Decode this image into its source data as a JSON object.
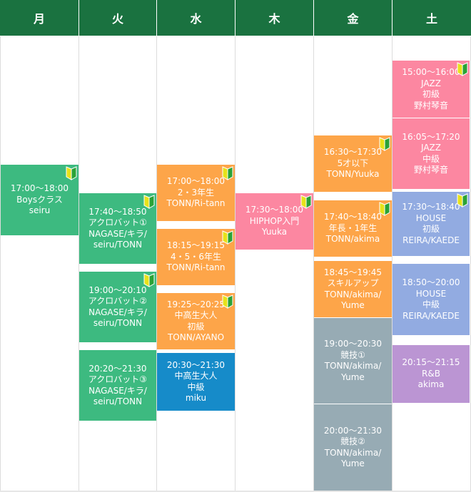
{
  "days": [
    "月",
    "火",
    "水",
    "木",
    "金",
    "土"
  ],
  "colors": {
    "header": "#1a7240",
    "green": "#3dba80",
    "orange": "#fda549",
    "pink": "#fc87a1",
    "blue": "#168bc9",
    "gray": "#97abb4",
    "periwinkle": "#92abe1",
    "purple": "#bb95d3"
  },
  "classes": {
    "mon": [
      {
        "lines": [
          "17:00～18:00",
          "Boysクラス",
          "seiru"
        ],
        "beginner": true
      }
    ],
    "tue": [
      {
        "lines": [
          "17:40～18:50",
          "アクロバット①",
          "NAGASE/キラ/",
          "seiru/TONN"
        ],
        "beginner": true
      },
      {
        "lines": [
          "19:00～20:10",
          "アクロバット②",
          "NAGASE/キラ/",
          "seiru/TONN"
        ],
        "beginner": true
      },
      {
        "lines": [
          "20:20～21:30",
          "アクロバット③",
          "NAGASE/キラ/",
          "seiru/TONN"
        ],
        "beginner": false
      }
    ],
    "wed": [
      {
        "lines": [
          "17:00～18:00",
          "2・3年生",
          "TONN/Ri-tann"
        ],
        "beginner": true
      },
      {
        "lines": [
          "18:15～19:15",
          "4・5・6年生",
          "TONN/Ri-tann"
        ],
        "beginner": true
      },
      {
        "lines": [
          "19:25～20:25",
          "中高生大人",
          "初級",
          "TONN/AYANO"
        ],
        "beginner": true
      },
      {
        "lines": [
          "20:30～21:30",
          "中高生大人",
          "中級",
          "miku"
        ],
        "beginner": false
      }
    ],
    "thu": [
      {
        "lines": [
          "17:30～18:00",
          "HIPHOP入門",
          "Yuuka"
        ],
        "beginner": true
      }
    ],
    "fri": [
      {
        "lines": [
          "16:30～17:30",
          "5才以下",
          "TONN/Yuuka"
        ],
        "beginner": true
      },
      {
        "lines": [
          "17:40～18:40",
          "年長・1年生",
          "TONN/akima"
        ],
        "beginner": true
      },
      {
        "lines": [
          "18:45～19:45",
          "スキルアップ",
          "TONN/akima/",
          "Yume"
        ],
        "beginner": false
      },
      {
        "lines": [
          "19:00～20:30",
          "競技①",
          "TONN/akima/",
          "Yume"
        ],
        "beginner": false
      },
      {
        "lines": [
          "20:00～21:30",
          "競技②",
          "TONN/akima/",
          "Yume"
        ],
        "beginner": false
      }
    ],
    "sat": [
      {
        "lines": [
          "15:00～16:00",
          "JAZZ",
          "初級",
          "野村琴音"
        ],
        "beginner": true
      },
      {
        "lines": [
          "16:05～17:20",
          "JAZZ",
          "中級",
          "野村琴音"
        ],
        "beginner": false
      },
      {
        "lines": [
          "17:30～18:40",
          "HOUSE",
          "初級",
          "REIRA/KAEDE"
        ],
        "beginner": true
      },
      {
        "lines": [
          "18:50～20:00",
          "HOUSE",
          "中級",
          "REIRA/KAEDE"
        ],
        "beginner": false
      },
      {
        "lines": [
          "20:15～21:15",
          "R&B",
          "akima"
        ],
        "beginner": false
      }
    ]
  }
}
